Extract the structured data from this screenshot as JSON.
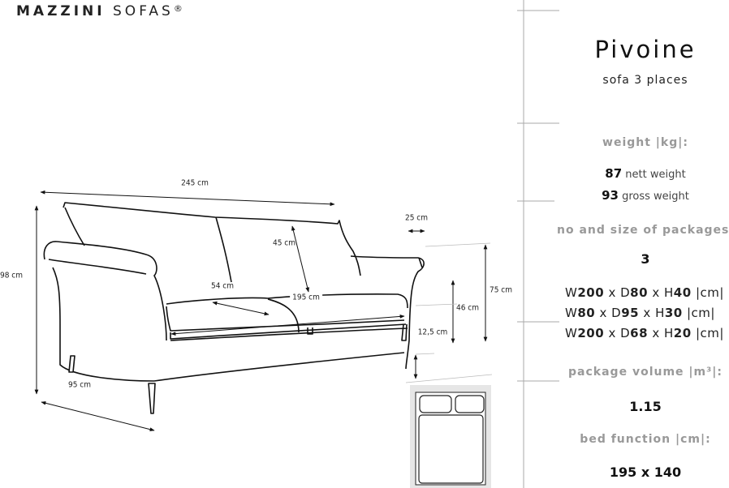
{
  "brand": {
    "name": "MAZZINI",
    "suffix": "SOFAS",
    "mark": "®"
  },
  "product": {
    "title": "Pivoine",
    "subtitle": "sofa 3 places"
  },
  "dimensions": {
    "width_total": "245 cm",
    "height_total": "98 cm",
    "depth_total": "95 cm",
    "arm_width": "25 cm",
    "back_cushion_height": "45 cm",
    "seat_depth": "54 cm",
    "seat_width": "195 cm",
    "arm_height": "75 cm",
    "seat_height": "46 cm",
    "leg_height": "12,5 cm"
  },
  "weight": {
    "heading": "weight |kg|:",
    "nett_value": "87",
    "nett_label": "nett weight",
    "gross_value": "93",
    "gross_label": "gross weight"
  },
  "packages": {
    "heading": "no  and size of packages:",
    "count": "3",
    "items": [
      {
        "w": "200",
        "d": "80",
        "h": "40",
        "unit": "|cm|"
      },
      {
        "w": "80",
        "d": "95",
        "h": "30",
        "unit": "|cm|"
      },
      {
        "w": "200",
        "d": "68",
        "h": "20",
        "unit": "|cm|"
      }
    ],
    "labels": {
      "w": "W",
      "d": "D",
      "h": "H",
      "x": "x"
    }
  },
  "volume": {
    "heading": "package volume |m³|:",
    "value": "1.15"
  },
  "bed": {
    "heading": "bed function |cm|:",
    "value": "195 x 140",
    "icon": "bed-layout-icon"
  }
}
